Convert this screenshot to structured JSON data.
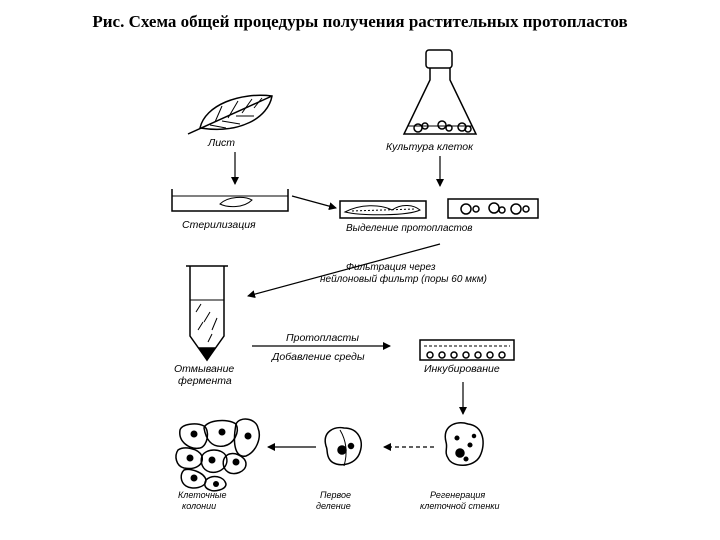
{
  "title": "Рис. Схема общей процедуры получения растительных протопластов",
  "labels": {
    "leaf": "Лист",
    "cell_culture": "Культура клеток",
    "sterilization": "Стерилизация",
    "protoplast_isolation": "Выделение протопластов",
    "filtration_line1": "Фильтрация через",
    "filtration_line2": "нейлоновый фильтр (поры 60 мкм)",
    "enzyme_wash_line1": "Отмывание",
    "enzyme_wash_line2": "фермента",
    "protoplasts": "Протопласты",
    "add_medium": "Добавление среды",
    "incubation": "Инкубирование",
    "colonies_line1": "Клеточные",
    "colonies_line2": "колонии",
    "first_division_line1": "Первое",
    "first_division_line2": "деление",
    "regeneration_line1": "Регенерация",
    "regeneration_line2": "клеточной стенки"
  }
}
